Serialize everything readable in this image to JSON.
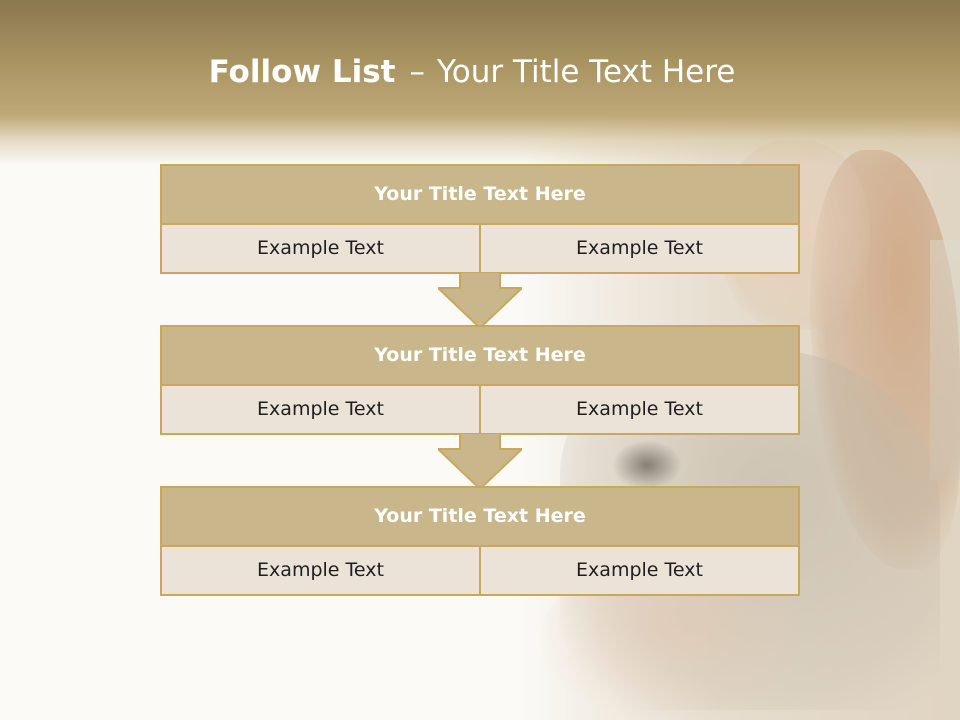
{
  "slide": {
    "title_bold": "Follow List",
    "title_separator": "–",
    "title_rest": "Your Title Text Here",
    "blocks": [
      {
        "title": "Your Title Text Here",
        "left": "Example Text",
        "right": "Example Text"
      },
      {
        "title": "Your Title Text Here",
        "left": "Example Text",
        "right": "Example Text"
      },
      {
        "title": "Your Title Text Here",
        "left": "Example Text",
        "right": "Example Text"
      }
    ]
  },
  "colors": {
    "header": "#a6915f",
    "block_title": "#c9b68a",
    "block_cell": "#ebe3d8",
    "border": "#c9a85e",
    "arrow": "#c9b68a"
  },
  "icons": [
    "down-arrow-icon"
  ]
}
